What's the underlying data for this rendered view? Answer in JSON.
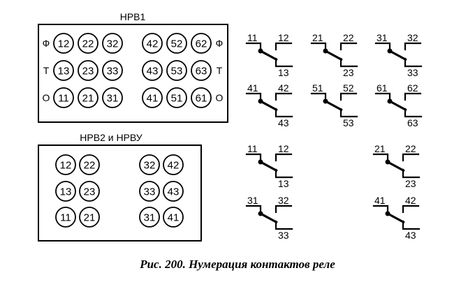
{
  "colors": {
    "ink": "#000000",
    "background": "#ffffff"
  },
  "panel_hpb1": {
    "title": "НРВ1",
    "side_labels": [
      "Ф",
      "Т",
      "О"
    ],
    "rows": [
      [
        "12",
        "22",
        "32",
        "42",
        "52",
        "62"
      ],
      [
        "13",
        "23",
        "33",
        "43",
        "53",
        "63"
      ],
      [
        "11",
        "21",
        "31",
        "41",
        "51",
        "61"
      ]
    ]
  },
  "panel_hpb2": {
    "title": "НРВ2 и НРВУ",
    "rows": [
      [
        "12",
        "22",
        "32",
        "42"
      ],
      [
        "13",
        "23",
        "33",
        "43"
      ],
      [
        "11",
        "21",
        "31",
        "41"
      ]
    ]
  },
  "relays_hpb1": [
    {
      "common": "11",
      "nc": "12",
      "no": "13"
    },
    {
      "common": "21",
      "nc": "22",
      "no": "23"
    },
    {
      "common": "31",
      "nc": "32",
      "no": "33"
    },
    {
      "common": "41",
      "nc": "42",
      "no": "43"
    },
    {
      "common": "51",
      "nc": "52",
      "no": "53"
    },
    {
      "common": "61",
      "nc": "62",
      "no": "63"
    }
  ],
  "relays_hpb2": [
    {
      "common": "11",
      "nc": "12",
      "no": "13"
    },
    {
      "common": "21",
      "nc": "22",
      "no": "23"
    },
    {
      "common": "31",
      "nc": "32",
      "no": "33"
    },
    {
      "common": "41",
      "nc": "42",
      "no": "43"
    }
  ],
  "caption": "Рис. 200. Нумерация контактов реле"
}
